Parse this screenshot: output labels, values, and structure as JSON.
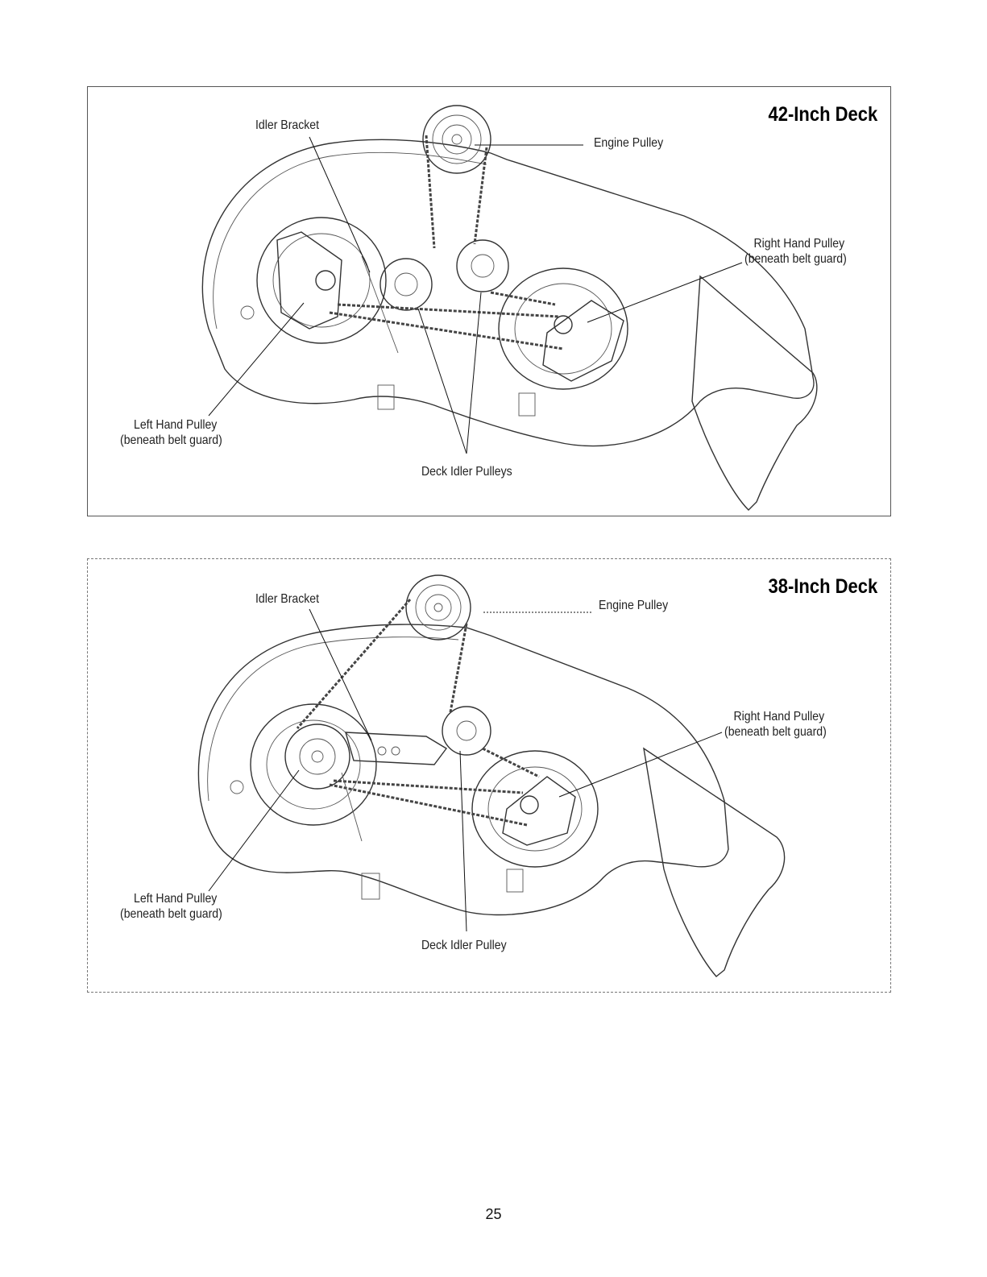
{
  "figures": [
    {
      "title": "42-Inch Deck",
      "labels": {
        "idler_bracket": "Idler Bracket",
        "engine_pulley": "Engine Pulley",
        "right_hand_pulley": "Right Hand Pulley",
        "right_hand_pulley_note": "(beneath belt guard)",
        "left_hand_pulley": "Left Hand Pulley",
        "left_hand_pulley_note": "(beneath belt guard)",
        "deck_idler": "Deck Idler Pulleys"
      }
    },
    {
      "title": "38-Inch Deck",
      "labels": {
        "idler_bracket": "Idler Bracket",
        "engine_pulley": "Engine Pulley",
        "right_hand_pulley": "Right Hand Pulley",
        "right_hand_pulley_note": "(beneath belt guard)",
        "left_hand_pulley": "Left Hand Pulley",
        "left_hand_pulley_note": "(beneath belt guard)",
        "deck_idler": "Deck Idler Pulley"
      }
    }
  ],
  "page_number": "25"
}
